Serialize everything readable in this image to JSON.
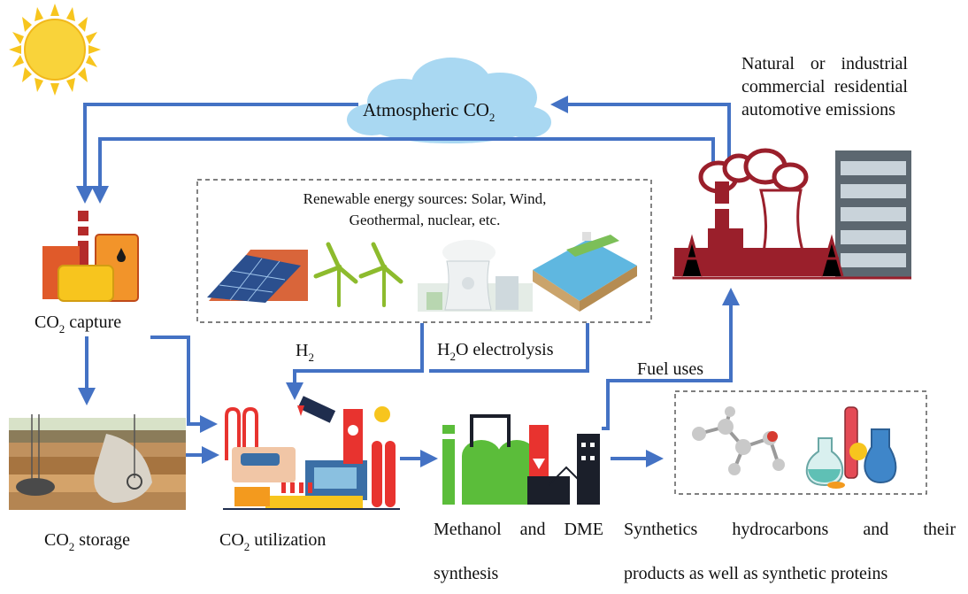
{
  "labels": {
    "atmospheric": {
      "main": "Atmospheric CO",
      "sub": "2"
    },
    "emissions": [
      "Natural or industrial",
      "commercial residential",
      "automotive emissions"
    ],
    "renewable": [
      "Renewable energy sources: Solar, Wind,",
      "Geothermal, nuclear, etc."
    ],
    "capture": {
      "pre": "CO",
      "sub": "2",
      "post": " capture"
    },
    "storage": {
      "pre": "CO",
      "sub": "2",
      "post": " storage"
    },
    "utilization": {
      "pre": "CO",
      "sub": "2",
      "post": " utilization"
    },
    "h2": {
      "pre": "H",
      "sub": "2"
    },
    "electrolysis": {
      "pre": "H",
      "sub": "2",
      "post": "O electrolysis"
    },
    "fuel_uses": "Fuel uses",
    "methanol": [
      "Methanol and DME",
      "synthesis"
    ],
    "synthetics": [
      "Synthetics hydrocarbons and their",
      "products as well as synthetic proteins"
    ]
  },
  "colors": {
    "arrow": "#4472c4",
    "sun": "#f7c51e",
    "cloud": "#a9d8f2",
    "factory": "#9a1f2b",
    "green_tank": "#5bbd3a",
    "orange": "#f39a1e",
    "red": "#e8332f"
  },
  "icons": [
    "sun-icon",
    "cloud-icon",
    "industrial-plant-icon",
    "capture-plant-icon",
    "underground-storage-icon",
    "utilization-machine-icon",
    "methanol-plant-icon",
    "solar-panel-icon",
    "wind-turbine-icon",
    "nuclear-plant-icon",
    "hydro-dam-icon",
    "molecule-icon",
    "lab-flasks-icon"
  ]
}
